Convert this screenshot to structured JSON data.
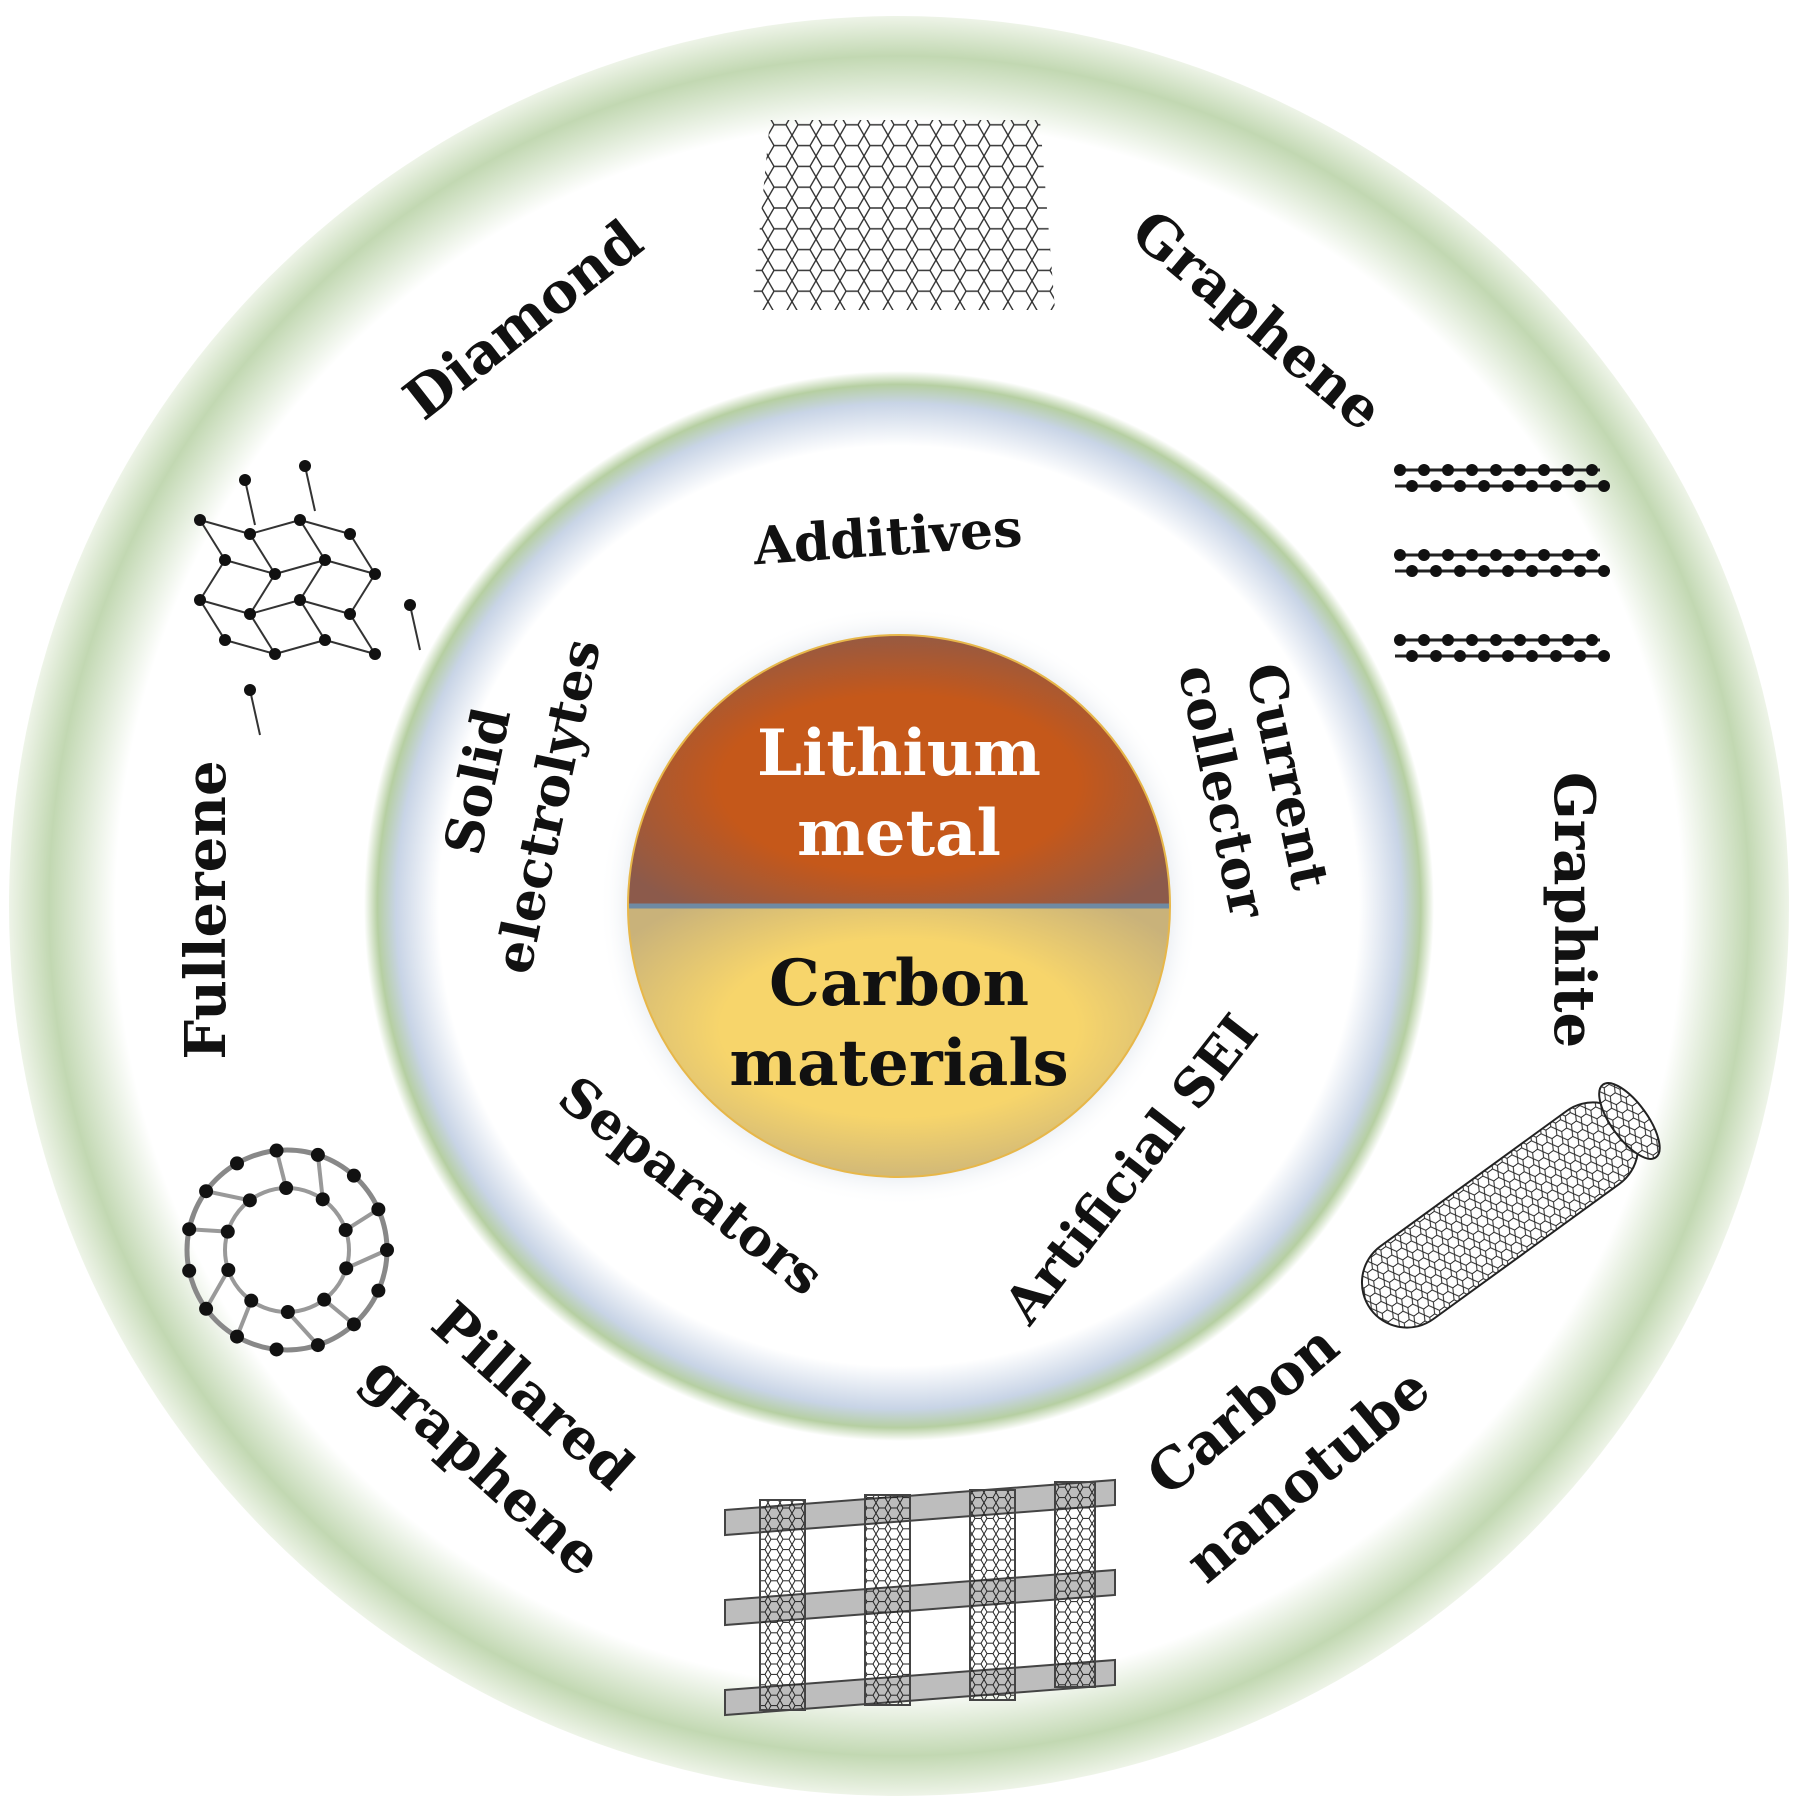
{
  "center": {
    "top_lines": [
      "Lithium",
      "metal"
    ],
    "bottom_lines": [
      "Carbon",
      "materials"
    ],
    "top_color": "#c5581a",
    "bottom_color": "#f7d56b",
    "top_text_color": "#ffffff",
    "bottom_text_color": "#111111"
  },
  "inner_ring": {
    "labels": {
      "additives": "Additives",
      "current_collector": [
        "Current",
        "collector"
      ],
      "artificial_sei": "Artificial SEI",
      "separators": "Separators",
      "solid_electrolytes": [
        "Solid",
        "electrolytes"
      ]
    },
    "color": "#c9d6e6"
  },
  "outer_ring": {
    "labels": {
      "graphene": "Graphene",
      "graphite": "Graphite",
      "carbon_nanotube": [
        "Carbon",
        "nanotube"
      ],
      "pillared_graphene": [
        "Pillared",
        "graphene"
      ],
      "fullerene": "Fullerene",
      "diamond": "Diamond"
    },
    "color": "#c5d9b7"
  },
  "icons": [
    "graphene-sheet-icon",
    "graphite-layers-icon",
    "carbon-nanotube-icon",
    "pillared-graphene-icon",
    "fullerene-icon",
    "diamond-lattice-icon"
  ]
}
